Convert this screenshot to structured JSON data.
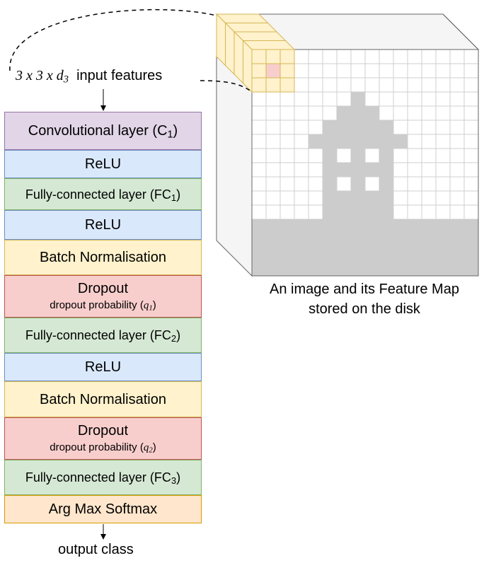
{
  "input_label": {
    "dims_a": "3 x 3 x d",
    "dims_sub": "3",
    "text": "input features"
  },
  "layers": [
    {
      "name": "Convolutional layer (C",
      "sub": "1",
      "close": ")"
    },
    {
      "name": "ReLU"
    },
    {
      "name": "Fully-connected layer (FC",
      "sub": "1",
      "close": ")"
    },
    {
      "name": "ReLU"
    },
    {
      "name": "Batch Normalisation"
    },
    {
      "name": "Dropout",
      "detail": "dropout probability (",
      "detail_var": "q",
      "detail_sub": "1",
      "detail_close": ")"
    },
    {
      "name": "Fully-connected layer (FC",
      "sub": "2",
      "close": ")"
    },
    {
      "name": "ReLU"
    },
    {
      "name": "Batch Normalisation"
    },
    {
      "name": "Dropout",
      "detail": "dropout probability (",
      "detail_var": "q",
      "detail_sub": "2",
      "detail_close": ")"
    },
    {
      "name": "Fully-connected layer (FC",
      "sub": "3",
      "close": ")"
    },
    {
      "name": "Arg Max Softmax"
    }
  ],
  "output_label": "output class",
  "caption": {
    "line1": "An image and its Feature Map",
    "line2": "stored on the disk"
  },
  "colors": {
    "conv_fill": "#e1d5e7",
    "relu_fill": "#dae8fc",
    "fc_fill": "#d5e8d4",
    "bn_fill": "#fff2cc",
    "dropout_fill": "#f8cecc",
    "softmax_fill": "#ffe6cc",
    "image_gray": "#cccccc",
    "highlight_pixel": "#f8cecc"
  }
}
